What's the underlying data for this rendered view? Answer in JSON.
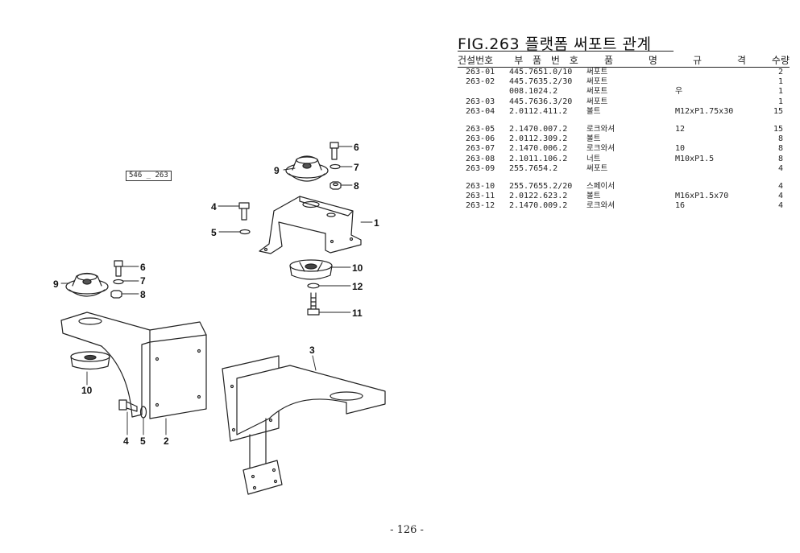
{
  "title": "FIG.263 플랫폼 써포트 관계",
  "reference_tag": "546 _ 263",
  "page_number": "- 126 -",
  "table": {
    "headers": {
      "no": "건설번호",
      "part": "부 품 번 호",
      "name": "품 명",
      "spec": "규 격",
      "qty": "수량"
    },
    "rows": [
      {
        "no": "263-01",
        "part": "445.7651.0/10",
        "name": "써포트",
        "spec": "",
        "qty": "2"
      },
      {
        "no": "263-02",
        "part": "445.7635.2/30",
        "name": "써포트",
        "spec": "",
        "qty": "1"
      },
      {
        "no": "",
        "part": "008.1024.2",
        "name": "써포트",
        "spec": "우",
        "qty": "1"
      },
      {
        "no": "263-03",
        "part": "445.7636.3/20",
        "name": "써포트",
        "spec": "",
        "qty": "1"
      },
      {
        "no": "263-04",
        "part": "2.0112.411.2",
        "name": "볼트",
        "spec": "M12xP1.75x30",
        "qty": "15"
      },
      {
        "no": "263-05",
        "part": "2.1470.007.2",
        "name": "로크와셔",
        "spec": "12",
        "qty": "15"
      },
      {
        "no": "263-06",
        "part": "2.0112.309.2",
        "name": "볼트",
        "spec": "",
        "qty": "8"
      },
      {
        "no": "263-07",
        "part": "2.1470.006.2",
        "name": "로크와셔",
        "spec": "10",
        "qty": "8"
      },
      {
        "no": "263-08",
        "part": "2.1011.106.2",
        "name": "너트",
        "spec": "M10xP1.5",
        "qty": "8"
      },
      {
        "no": "263-09",
        "part": "255.7654.2",
        "name": "써포트",
        "spec": "",
        "qty": "4"
      },
      {
        "no": "263-10",
        "part": "255.7655.2/20",
        "name": "스페이서",
        "spec": "",
        "qty": "4"
      },
      {
        "no": "263-11",
        "part": "2.0122.623.2",
        "name": "볼트",
        "spec": "M16xP1.5x70",
        "qty": "4"
      },
      {
        "no": "263-12",
        "part": "2.1470.009.2",
        "name": "로크와셔",
        "spec": "16",
        "qty": "4"
      }
    ]
  },
  "callouts": {
    "upper": {
      "c6": "6",
      "c7": "7",
      "c8": "8",
      "c9": "9",
      "c4": "4",
      "c5": "5",
      "c1": "1",
      "c10": "10",
      "c12": "12",
      "c11": "11"
    },
    "left": {
      "c6": "6",
      "c7": "7",
      "c8": "8",
      "c9": "9",
      "c10": "10",
      "c4": "4",
      "c5": "5",
      "c2": "2"
    },
    "lower": {
      "c3": "3"
    }
  }
}
